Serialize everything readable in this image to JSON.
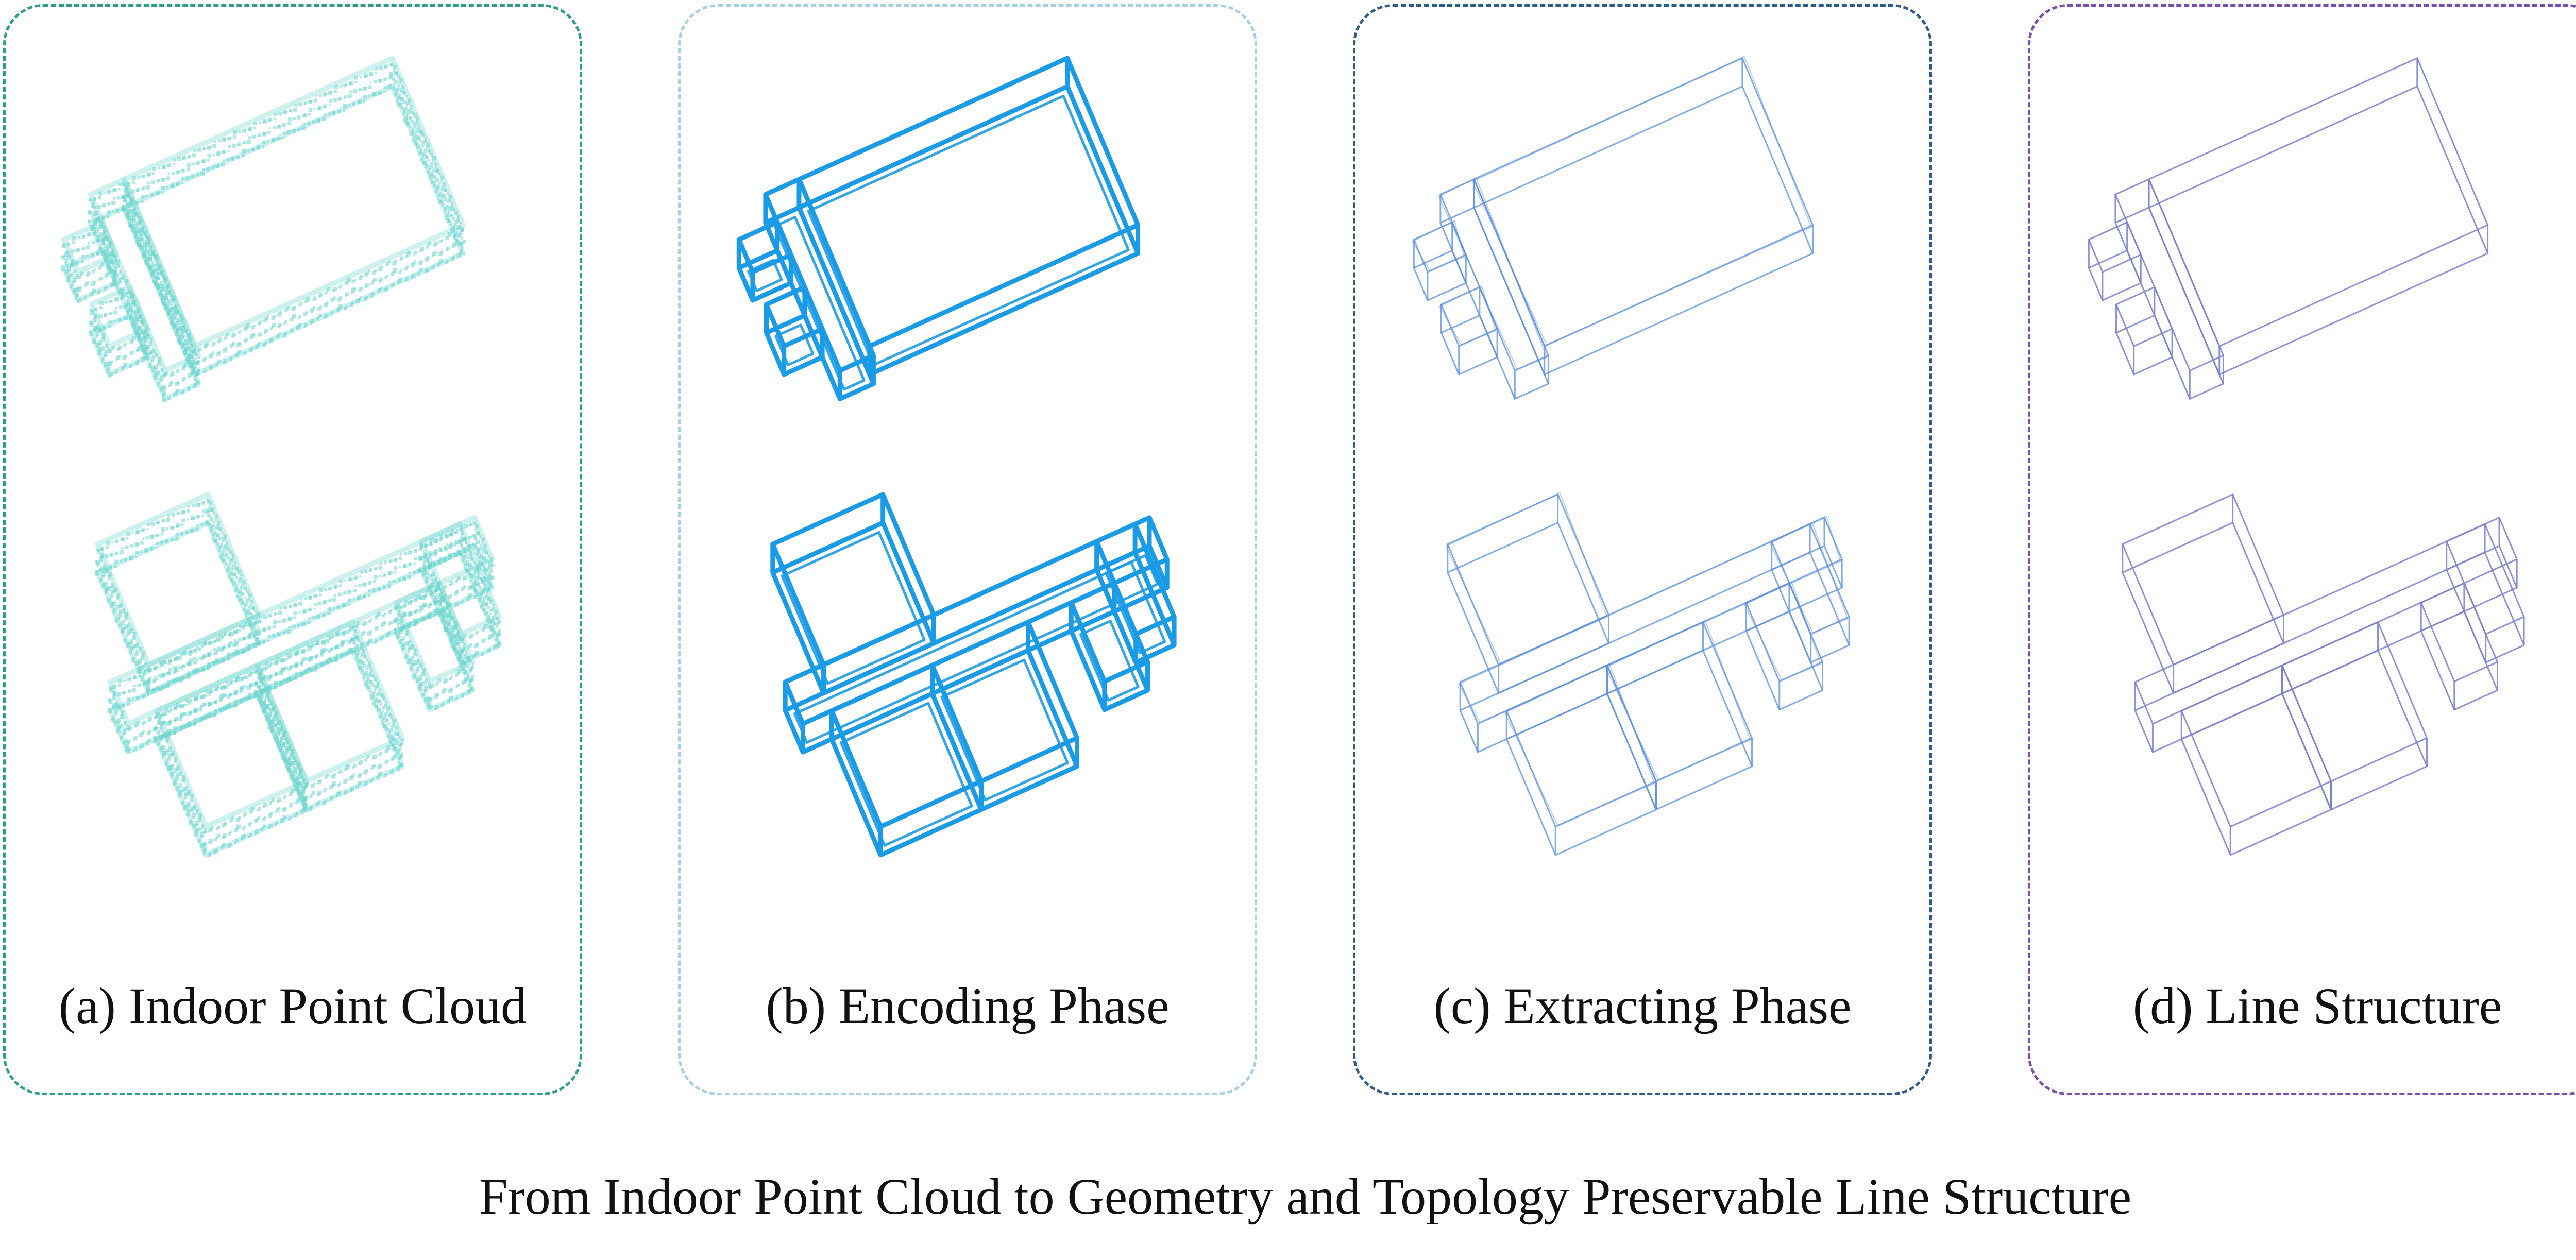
{
  "panels": [
    {
      "id": "a",
      "label": "(a) Indoor Point Cloud",
      "border_color": "#2a9d8f",
      "art_color": "#6fd6cf",
      "style": "point-cloud"
    },
    {
      "id": "b",
      "label": "(b) Encoding Phase",
      "border_color": "#a6cfe8",
      "art_color": "#1a9be8",
      "style": "voxel-encoding"
    },
    {
      "id": "c",
      "label": "(c) Extracting Phase",
      "border_color": "#2f5b8a",
      "art_color": "#5a8fe0",
      "style": "extracted-lines"
    },
    {
      "id": "d",
      "label": "(d) Line Structure",
      "border_color": "#7a4bb0",
      "art_color": "#7b7fd0",
      "style": "line-structure"
    }
  ],
  "caption": "From Indoor Point Cloud to Geometry and Topology Preservable Line Structure"
}
